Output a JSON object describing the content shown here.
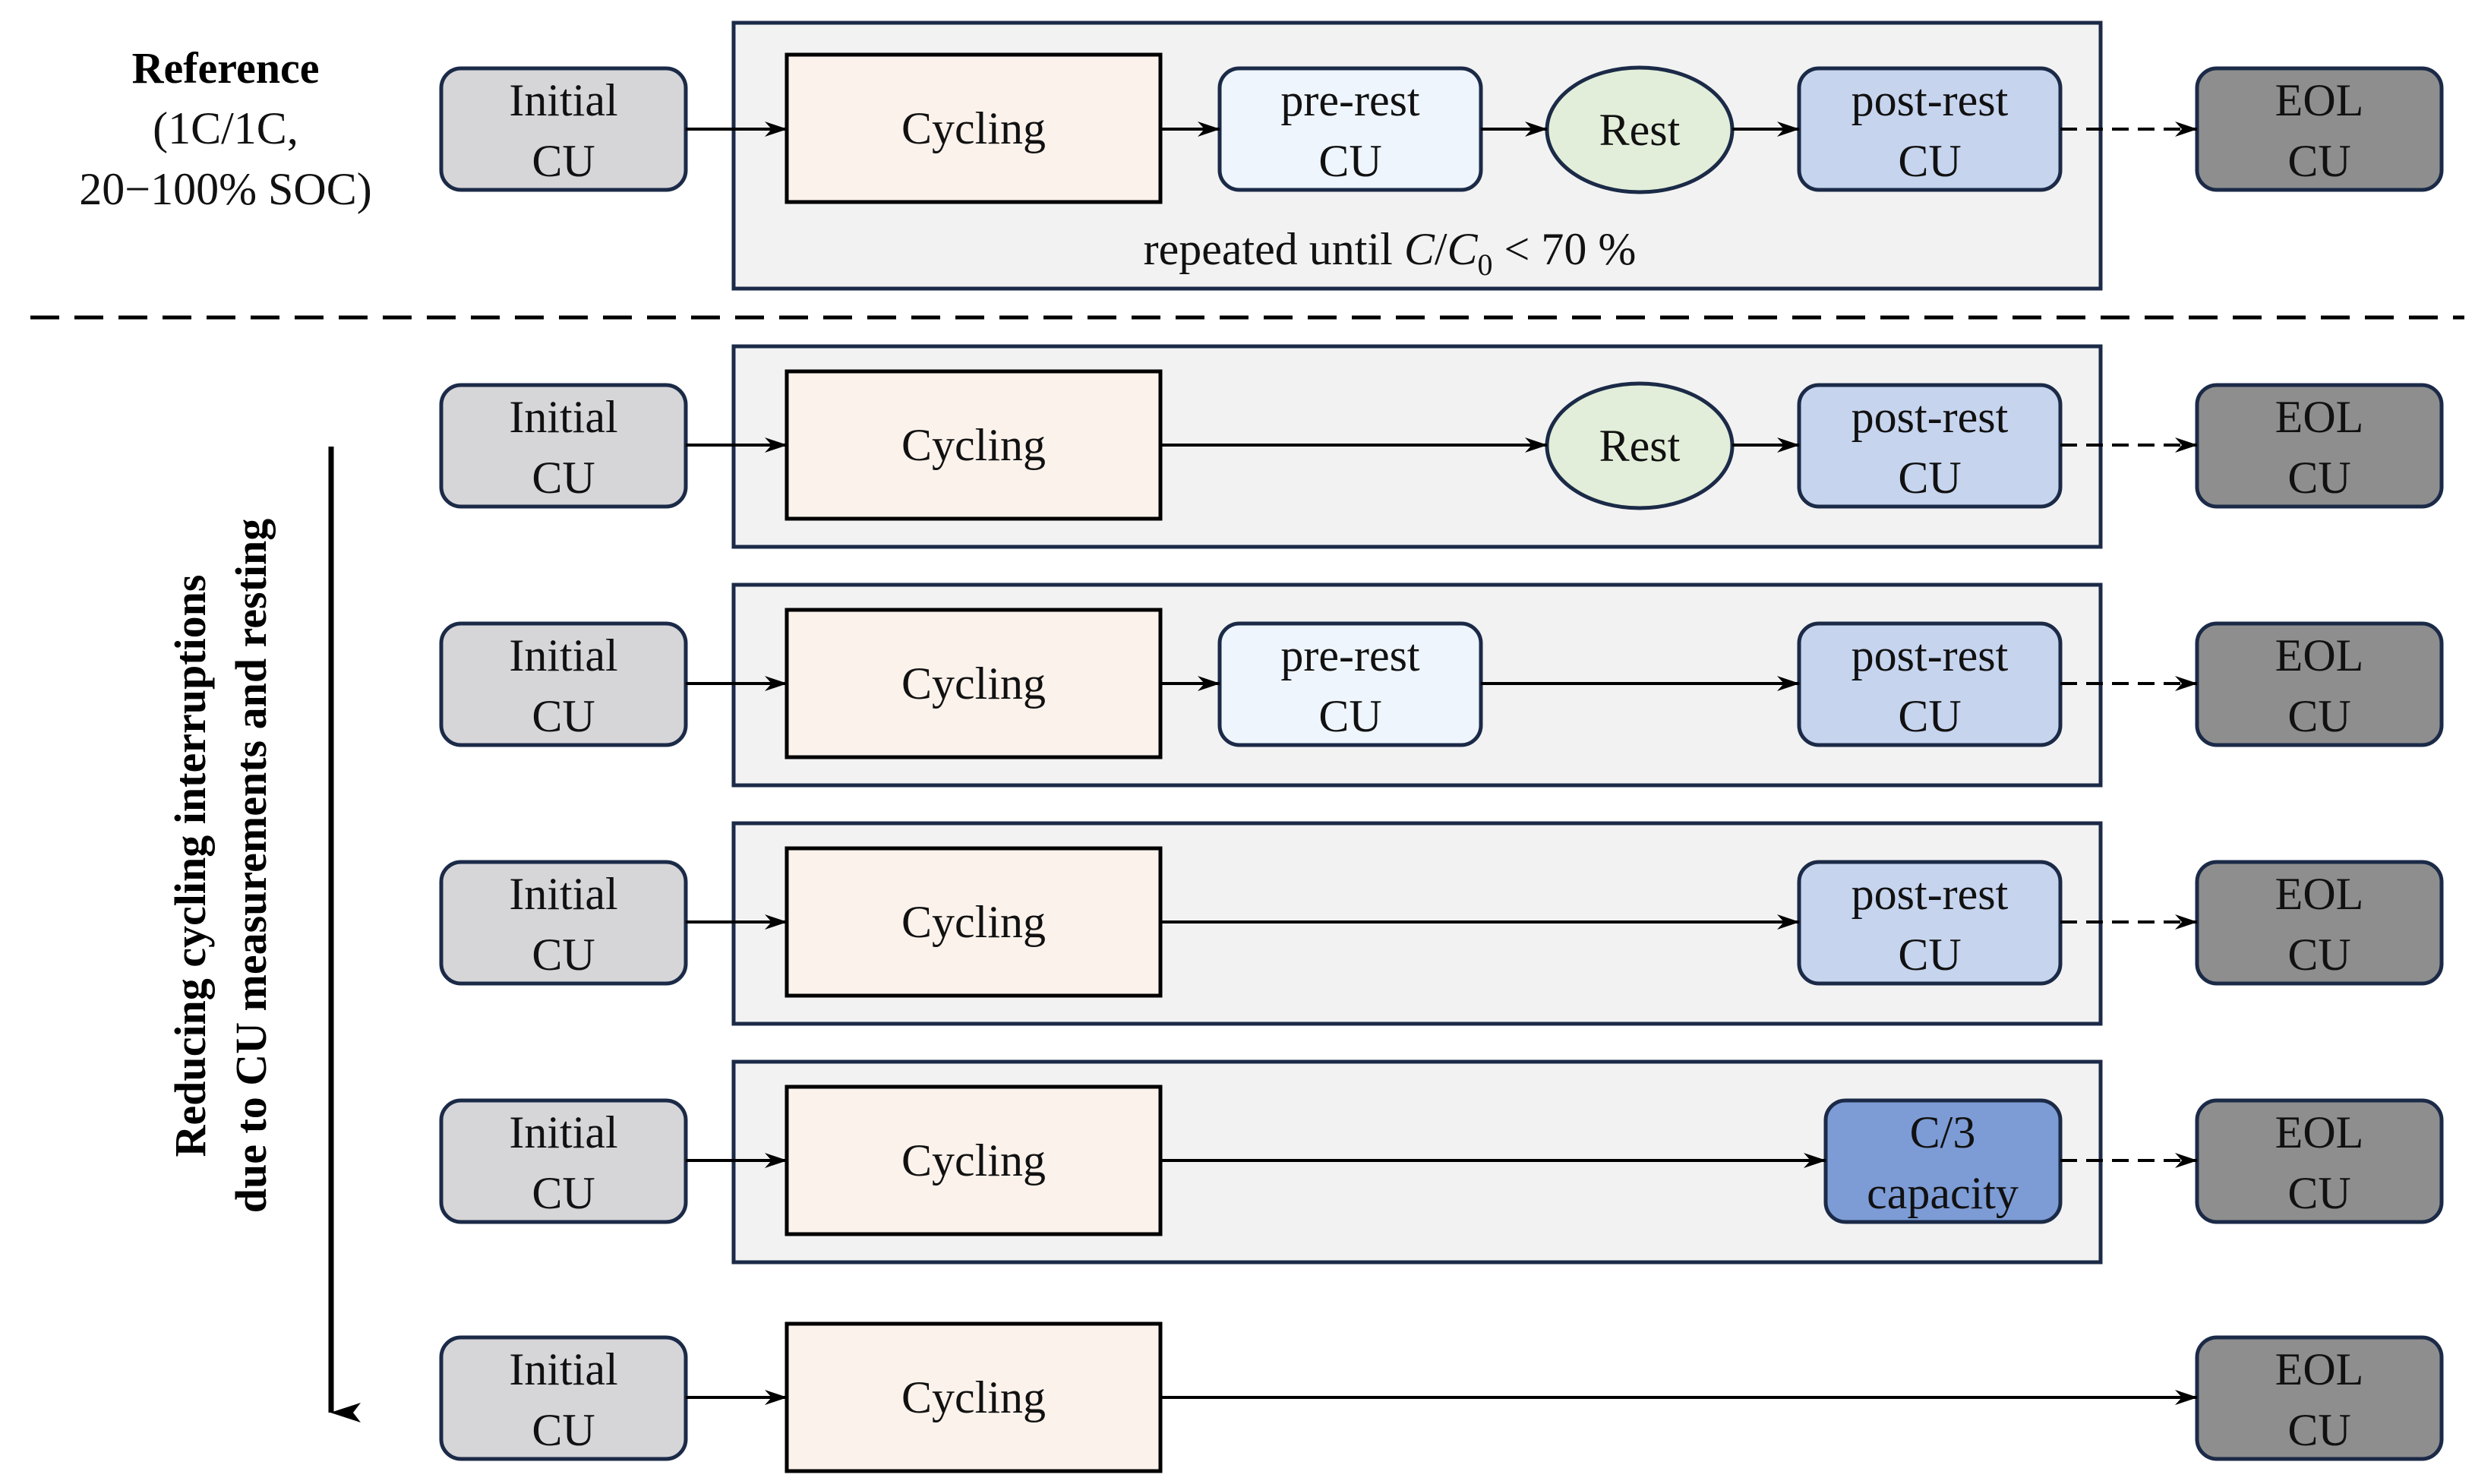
{
  "reference": {
    "title": "Reference",
    "line1": "(1C/1C,",
    "line2": "20−100% SOC)"
  },
  "repeat_note": {
    "prefix": "repeated until ",
    "var_c": "C",
    "slash": "/",
    "var_c0": "C",
    "sub_0": "0",
    "suffix": " < 70 %"
  },
  "side_arrow_label": {
    "line1": "Reducing cycling interruptions",
    "line2": "due to CU measurements and resting"
  },
  "nodes": {
    "initial_cu": [
      "Initial",
      "CU"
    ],
    "cycling": "Cycling",
    "pre_rest_cu": [
      "pre-rest",
      "CU"
    ],
    "rest": "Rest",
    "post_rest_cu": [
      "post-rest",
      "CU"
    ],
    "c3_capacity": [
      "C/3",
      "capacity"
    ],
    "eol_cu": [
      "EOL",
      "CU"
    ]
  },
  "colors": {
    "initial": "#d6d5d8",
    "cycling": "#fbf2eb",
    "pre_rest": "#eef5fc",
    "rest": "#e2eed9",
    "post_rest": "#c6d4ee",
    "c3": "#7d9cd6",
    "eol": "#8e8e8e",
    "group_bg": "#f2f2f2",
    "border": "#1b2a47"
  }
}
